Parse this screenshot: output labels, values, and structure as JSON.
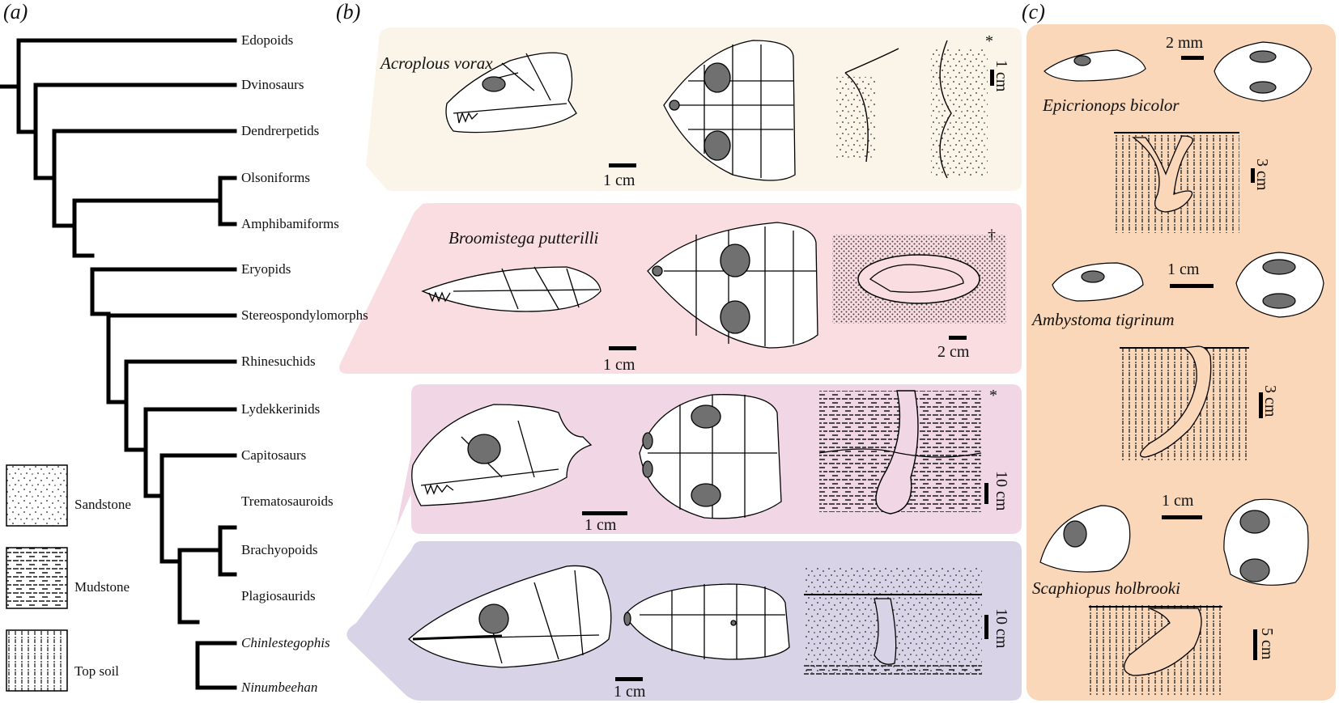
{
  "panels": {
    "a": "(a)",
    "b": "(b)",
    "c": "(c)"
  },
  "tree": {
    "taxa": [
      {
        "name": "Edopoids",
        "italic": false
      },
      {
        "name": "Dvinosaurs",
        "italic": false
      },
      {
        "name": "Dendrerpetids",
        "italic": false
      },
      {
        "name": "Olsoniforms",
        "italic": false
      },
      {
        "name": "Amphibamiforms",
        "italic": false
      },
      {
        "name": "Eryopids",
        "italic": false
      },
      {
        "name": "Stereospondylomorphs",
        "italic": false
      },
      {
        "name": "Rhinesuchids",
        "italic": false
      },
      {
        "name": "Lydekkerinids",
        "italic": false
      },
      {
        "name": "Capitosaurs",
        "italic": false
      },
      {
        "name": "Trematosauroids",
        "italic": false
      },
      {
        "name": "Brachyopoids",
        "italic": false
      },
      {
        "name": "Plagiosaurids",
        "italic": false
      },
      {
        "name": "Chinlestegophis",
        "italic": true
      },
      {
        "name": "Ninumbeehan",
        "italic": true
      }
    ]
  },
  "legend": {
    "sandstone": "Sandstone",
    "mudstone": "Mudstone",
    "topsoil": "Top soil"
  },
  "panel_b": {
    "row1": {
      "species": "Acroplous vorax",
      "scale_skull": "1 cm",
      "scale_burrow": "1 cm",
      "mark": "*"
    },
    "row2": {
      "species": "Broomistega putterilli",
      "scale_skull": "1 cm",
      "scale_burrow": "2 cm",
      "mark": "†"
    },
    "row3": {
      "scale_skull": "1 cm",
      "scale_burrow": "10 cm",
      "mark": "*"
    },
    "row4": {
      "scale_skull": "1 cm",
      "scale_burrow": "10 cm"
    }
  },
  "panel_c": {
    "species1": "Epicrionops bicolor",
    "scale1_skull": "2 mm",
    "scale1_burrow": "3 cm",
    "species2": "Ambystoma tigrinum",
    "scale2_skull": "1 cm",
    "scale2_burrow": "3 cm",
    "species3": "Scaphiopus holbrooki",
    "scale3_skull": "1 cm",
    "scale3_burrow": "5 cm"
  },
  "colors": {
    "row1_bg": "#faf5e8",
    "row2_bg": "#f9dde1",
    "row3_bg": "#f1d7e6",
    "row4_bg": "#d9d3e7",
    "panel_c_bg": "#f9d7b8",
    "fenestra": "#707070"
  }
}
